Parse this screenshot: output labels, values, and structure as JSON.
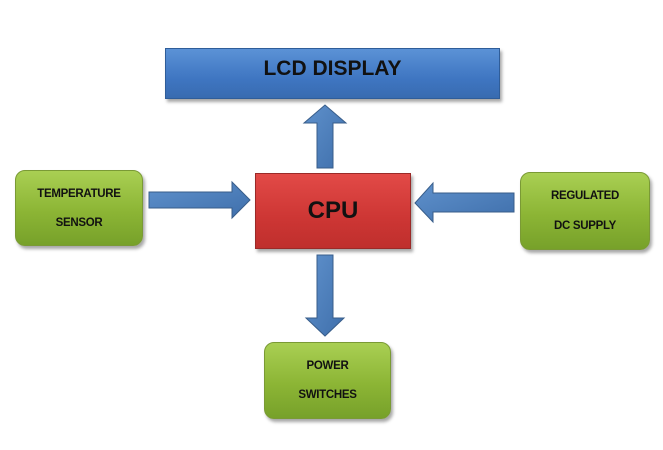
{
  "blocks": {
    "lcd": "LCD DISPLAY",
    "cpu": "CPU",
    "temperature_sensor": [
      "TEMPERATURE",
      "SENSOR"
    ],
    "regulated_supply": [
      "REGULATED",
      "DC SUPPLY"
    ],
    "power_switches": [
      "POWER",
      "SWITCHES"
    ]
  },
  "colors": {
    "arrow": "#4f81bd",
    "arrow_stroke": "#385d8a",
    "cpu": "#cd3634",
    "lcd": "#3f76c2",
    "peripheral": "#8cb535"
  }
}
